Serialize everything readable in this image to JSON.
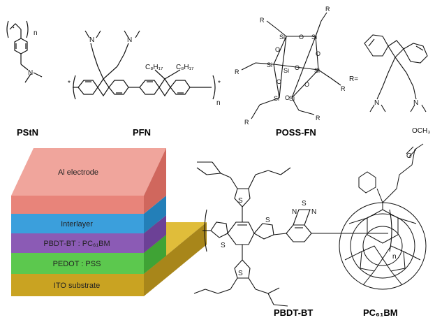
{
  "molecules": {
    "pstn": {
      "label": "PStN",
      "n": "n"
    },
    "pfn": {
      "label": "PFN",
      "n": "n",
      "star": "*",
      "c8h17": "C₈H₁₇"
    },
    "poss": {
      "label": "POSS-FN",
      "si": "Si",
      "o": "O",
      "r": "R",
      "r_def": "R="
    },
    "pbdtbt": {
      "label": "PBDT-BT",
      "s": "S",
      "n_atom": "N",
      "n": "n"
    },
    "pcbm": {
      "label": "PC₆₁BM",
      "och3": "OCH₃",
      "o": "O"
    }
  },
  "device": {
    "layers": [
      {
        "label": "Al electrode",
        "color": "#e8847a"
      },
      {
        "label": "Interlayer",
        "color": "#3b9fdc"
      },
      {
        "label": "PBDT-BT : PC₆₁BM",
        "color": "#8b5bb5"
      },
      {
        "label": "PEDOT : PSS",
        "color": "#5cc84e"
      },
      {
        "label": "ITO substrate",
        "color": "#c9a322"
      }
    ]
  },
  "atoms": {
    "n": "N"
  }
}
